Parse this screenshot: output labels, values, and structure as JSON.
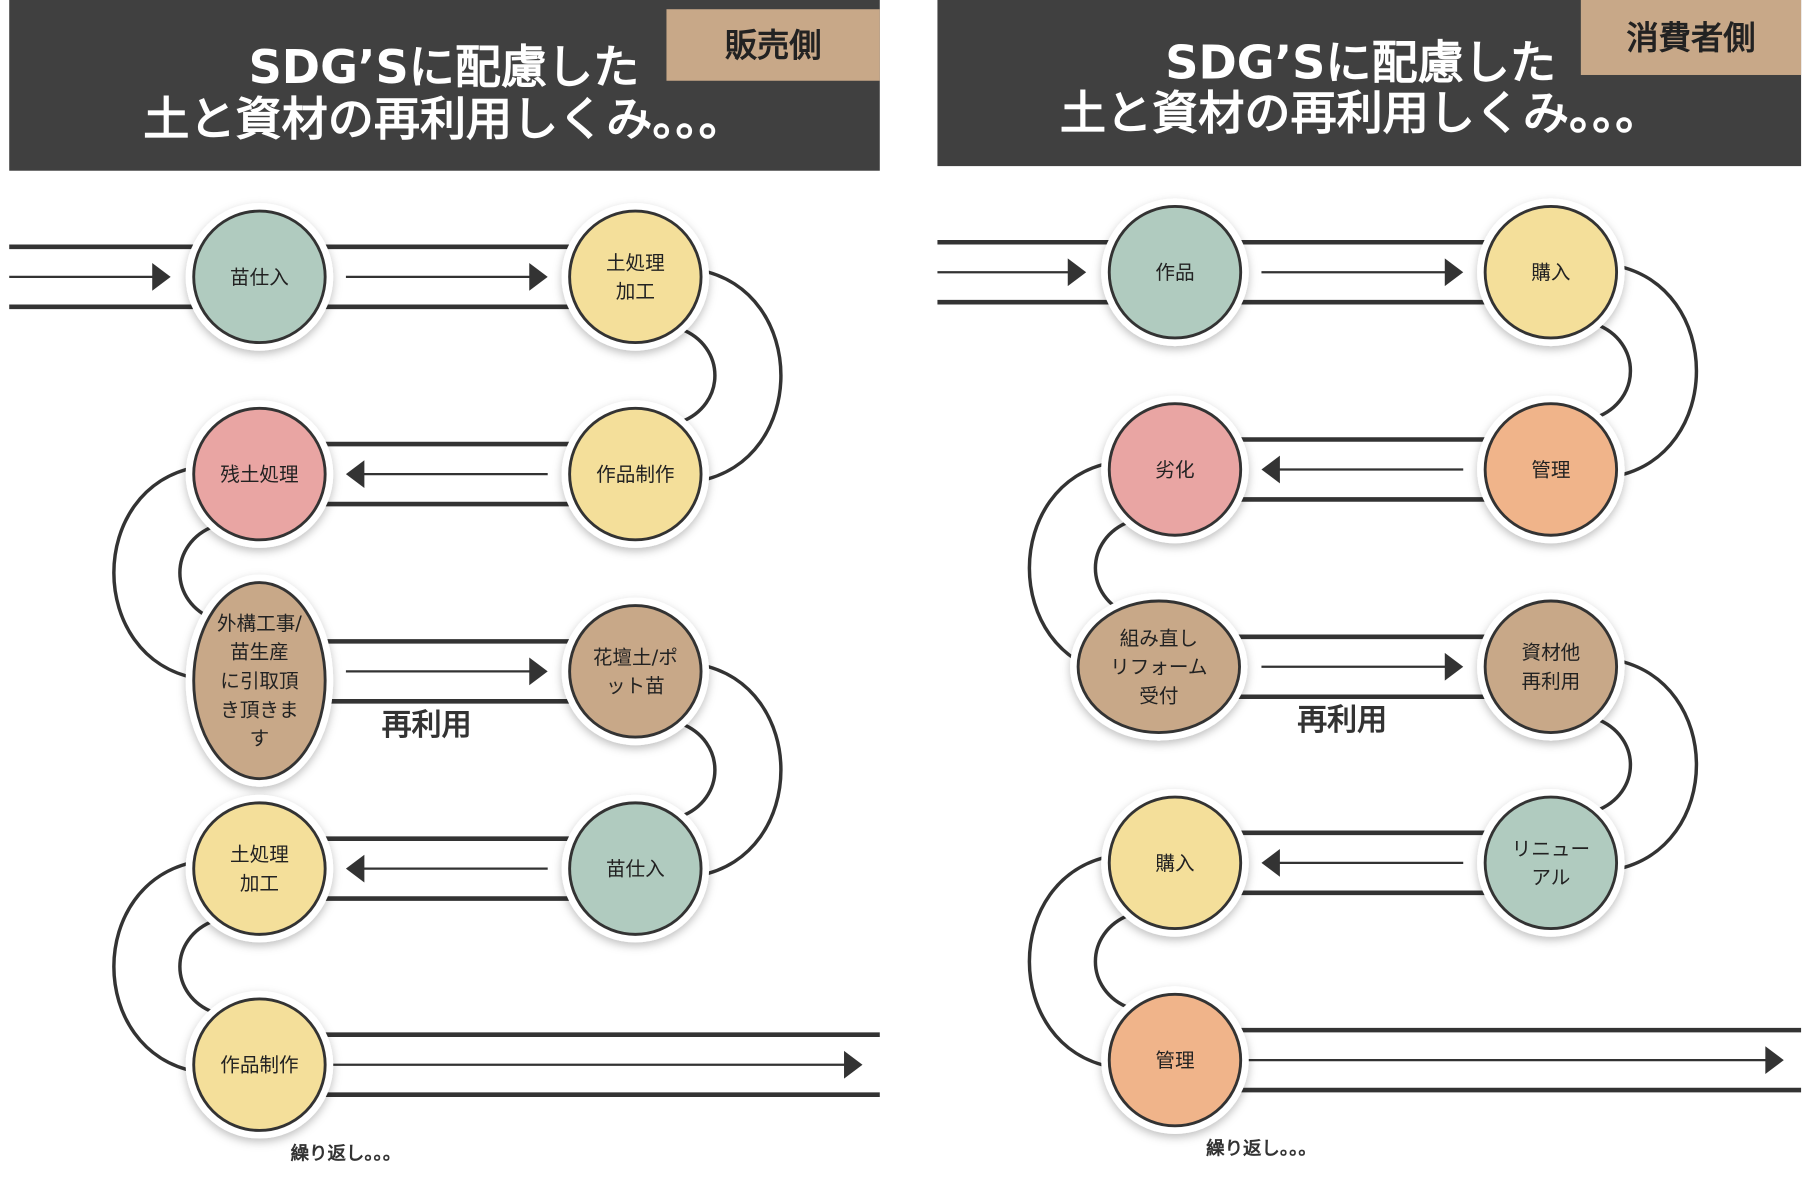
{
  "panels": [
    {
      "tag": "販売側",
      "title": [
        "SDG’Sに配慮した",
        "土と資材の再利用しくみ。。。"
      ],
      "nodes": [
        {
          "lines": [
            "苗仕入"
          ],
          "color": "#b0cbbf"
        },
        {
          "lines": [
            "土処理",
            "加工"
          ],
          "color": "#f4df9a"
        },
        {
          "lines": [
            "作品制作"
          ],
          "color": "#f4df9a"
        },
        {
          "lines": [
            "残土処理"
          ],
          "color": "#e9a5a3"
        },
        {
          "lines": [
            "外構工事/",
            "苗生産",
            "に引取頂",
            "き頂きま",
            "す"
          ],
          "color": "#c8a888"
        },
        {
          "lines": [
            "花壇土/ポ",
            "ット苗"
          ],
          "color": "#c8a888"
        },
        {
          "lines": [
            "苗仕入"
          ],
          "color": "#b0cbbf"
        },
        {
          "lines": [
            "土処理",
            "加工"
          ],
          "color": "#f4df9a"
        },
        {
          "lines": [
            "作品制作"
          ],
          "color": "#f4df9a"
        }
      ],
      "reuse_label": "再利用",
      "repeat_label": "繰り返し。。。"
    },
    {
      "tag": "消費者側",
      "title": [
        "SDG’Sに配慮した",
        "土と資材の再利用しくみ。。。"
      ],
      "nodes": [
        {
          "lines": [
            "作品"
          ],
          "color": "#b0cbbf"
        },
        {
          "lines": [
            "購入"
          ],
          "color": "#f4df9a"
        },
        {
          "lines": [
            "管理"
          ],
          "color": "#f0b48a"
        },
        {
          "lines": [
            "劣化"
          ],
          "color": "#e9a5a3"
        },
        {
          "lines": [
            "組み直し",
            "リフォーム",
            "受付"
          ],
          "color": "#c8a888"
        },
        {
          "lines": [
            "資材他",
            "再利用"
          ],
          "color": "#c8a888"
        },
        {
          "lines": [
            "リニュー",
            "アル"
          ],
          "color": "#b0cbbf"
        },
        {
          "lines": [
            "購入"
          ],
          "color": "#f4df9a"
        },
        {
          "lines": [
            "管理"
          ],
          "color": "#f0b48a"
        }
      ],
      "reuse_label": "再利用",
      "repeat_label": "繰り返し。。。"
    }
  ],
  "colors": {
    "header": "#404040",
    "tag": "#c8a888",
    "line": "#333333"
  }
}
